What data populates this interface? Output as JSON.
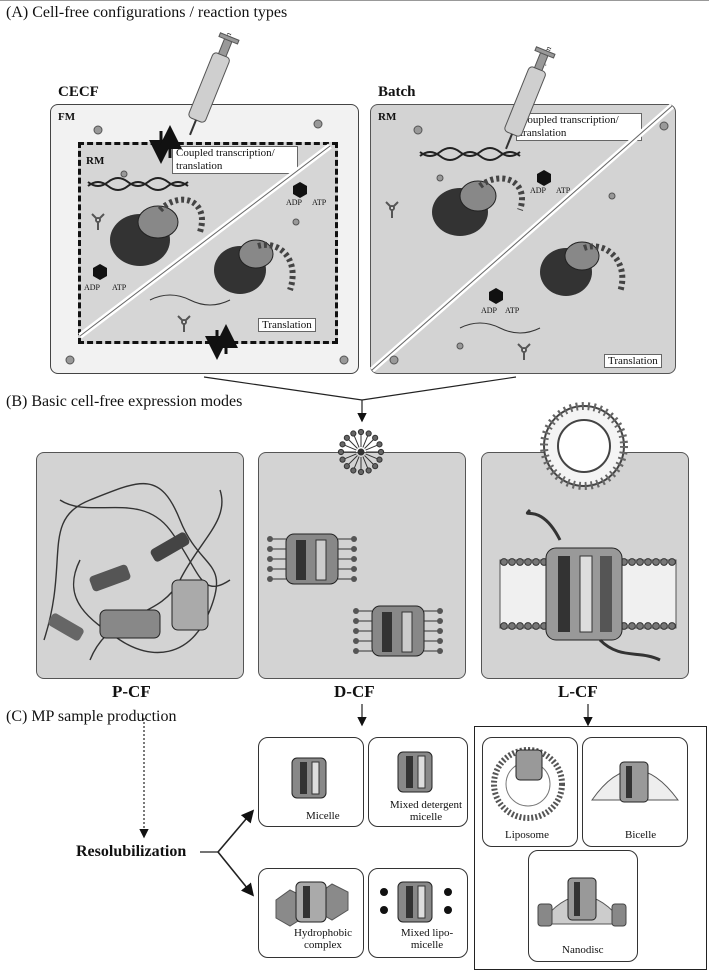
{
  "sections": {
    "a": "(A) Cell-free configurations / reaction types",
    "b": "(B) Basic cell-free expression modes",
    "c": "(C) MP sample production"
  },
  "cecf": {
    "title": "CECF",
    "fm": "FM",
    "rm": "RM",
    "coupled": "Coupled transcription/ translation",
    "translation": "Translation",
    "adp": "ADP",
    "atp": "ATP",
    "syringe": "open system"
  },
  "batch": {
    "title": "Batch",
    "rm": "RM",
    "coupled": "Coupled transcription/ translation",
    "translation": "Translation",
    "adp": "ADP",
    "atp": "ATP",
    "syringe": "open system"
  },
  "modes": [
    "P-CF",
    "D-CF",
    "L-CF"
  ],
  "resolubilization": "Resolubilization",
  "samples": {
    "micelle": "Micelle",
    "mixed_detergent": "Mixed detergent micelle",
    "hydrophobic": "Hydrophobic complex",
    "mixed_lipo": "Mixed lipo-micelle",
    "liposome": "Liposome",
    "bicelle": "Bicelle",
    "nanodisc": "Nanodisc"
  }
}
